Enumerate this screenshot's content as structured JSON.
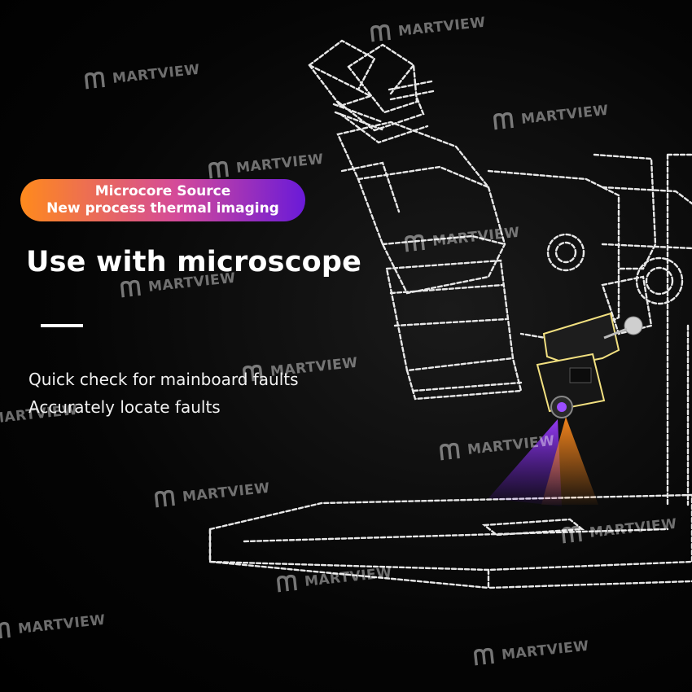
{
  "badge": {
    "line1": "Microcore Source",
    "line2": "New process thermal imaging",
    "gradient_start": "#ff8a1c",
    "gradient_end": "#6a1ad8"
  },
  "headline": "Use with microscope",
  "features": [
    "Quick check for mainboard faults",
    "Accurately locate faults"
  ],
  "watermark": {
    "text": "MARTVIEW"
  }
}
